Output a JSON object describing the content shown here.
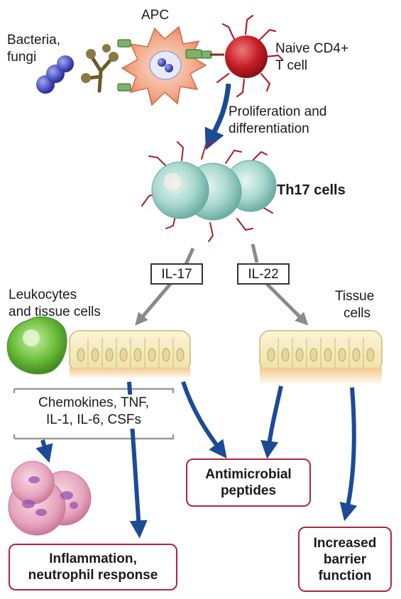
{
  "labels": {
    "apc": "APC",
    "bacteria": [
      "Bacteria,",
      "fungi"
    ],
    "naive": [
      "Naive CD4+",
      "T cell"
    ],
    "prolif": [
      "Proliferation and",
      "differentiation"
    ],
    "th17": "Th17 cells",
    "il17": "IL-17",
    "il22": "IL-22",
    "leuko": [
      "Leukocytes",
      "and tissue cells"
    ],
    "tissue": [
      "Tissue",
      "cells"
    ],
    "cytokines": [
      "Chemokines, TNF,",
      "IL-1, IL-6, CSFs"
    ]
  },
  "outcomes": {
    "antimicrobial": [
      "Antimicrobial",
      "peptides"
    ],
    "inflammation": [
      "Inflammation,",
      "neutrophil response"
    ],
    "barrier": [
      "Increased",
      "barrier",
      "function"
    ]
  }
}
